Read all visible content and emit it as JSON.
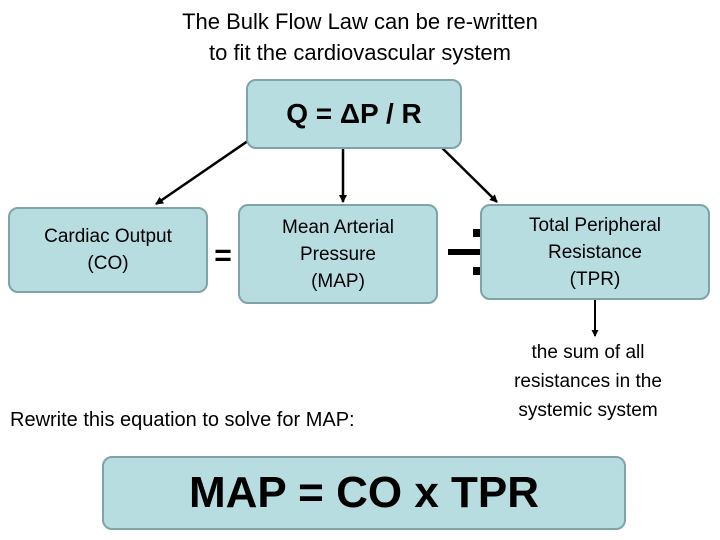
{
  "title": {
    "line1": "The Bulk Flow Law can be re-written",
    "line2": "to fit the cardiovascular system"
  },
  "equation": "Q = ΔP / R",
  "boxes": {
    "cardiac_output": {
      "line1": "Cardiac Output",
      "line2": "(CO)"
    },
    "map": {
      "line1": "Mean Arterial",
      "line2": "Pressure",
      "line3": "(MAP)"
    },
    "tpr": {
      "line1": "Total Peripheral",
      "line2": "Resistance",
      "line3": "(TPR)"
    }
  },
  "operators": {
    "equals": "=",
    "divide": "÷"
  },
  "tpr_note": {
    "line1": "the sum of all",
    "line2": "resistances in the",
    "line3": "systemic system"
  },
  "prompt": "Rewrite this equation to solve for MAP:",
  "final_equation": "MAP = CO x TPR",
  "colors": {
    "box_fill": "#b7dde0",
    "box_border": "#7fa3a6",
    "text": "#000000"
  }
}
